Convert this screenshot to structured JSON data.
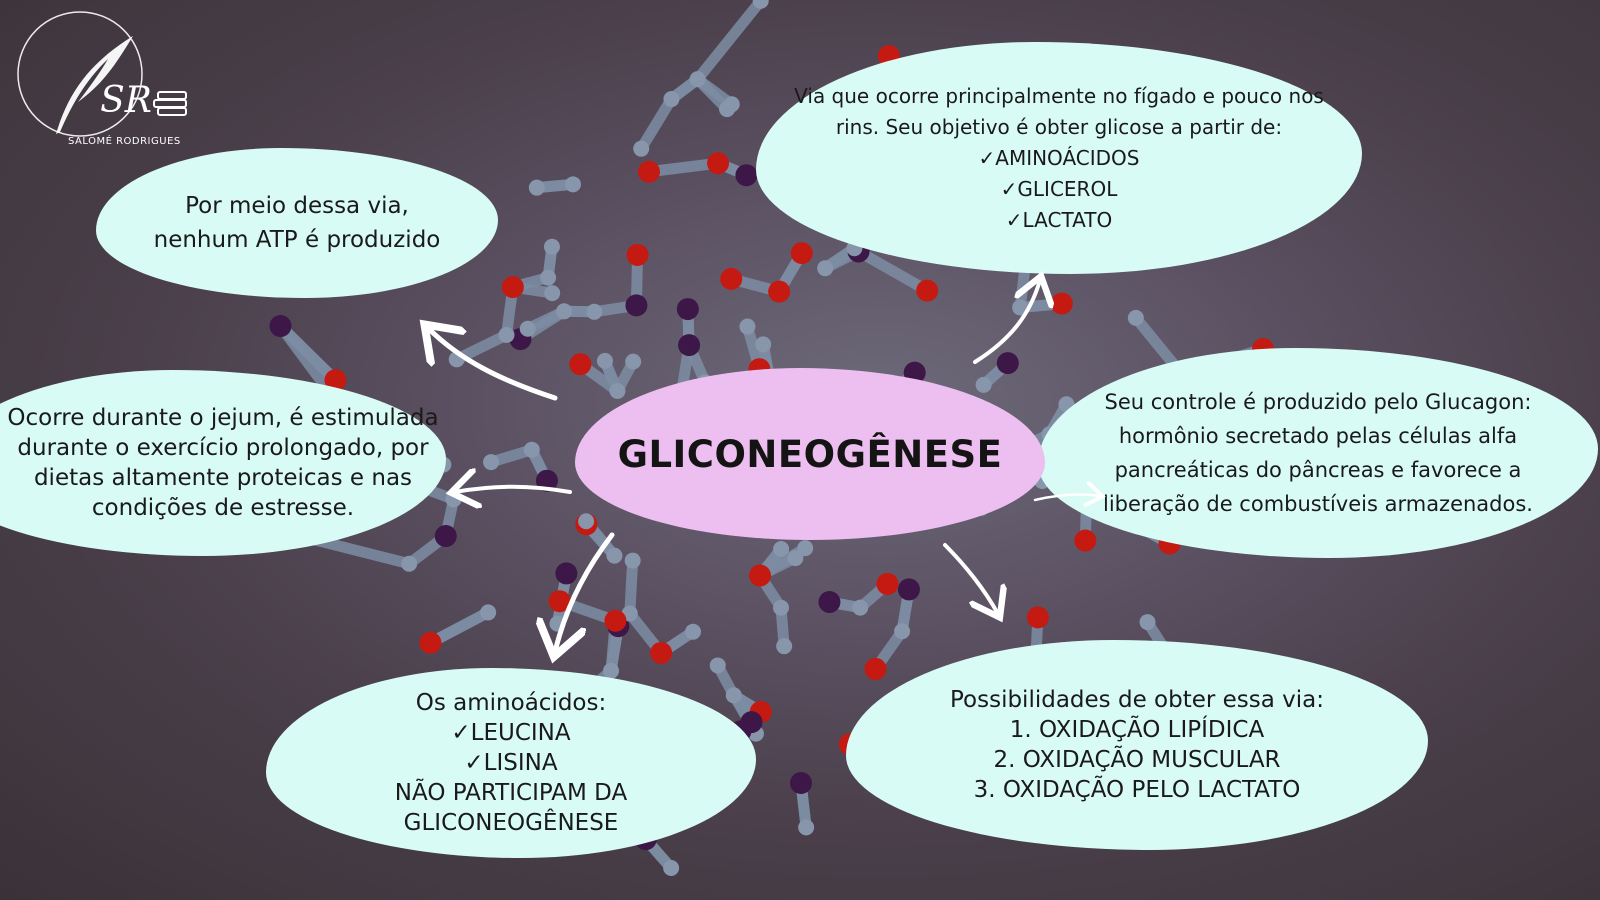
{
  "logo": {
    "monogram": "SR",
    "caption": "SALOMÉ RODRIGUES"
  },
  "center": {
    "title": "GLICONEOGÊNESE"
  },
  "bubbles": {
    "atp": {
      "lines": [
        "Por meio dessa via,",
        "nenhum ATP é produzido"
      ]
    },
    "location": {
      "lines": [
        "Via que ocorre principalmente no fígado e pouco nos",
        "rins. Seu objetivo é obter glicose a partir de:",
        "✓AMINOÁCIDOS",
        "✓GLICEROL",
        "✓LACTATO"
      ]
    },
    "occurrence": {
      "lines": [
        "Ocorre durante o jejum, é estimulada",
        "durante o exercício prolongado, por",
        "dietas altamente proteicas e nas",
        "condições de estresse."
      ]
    },
    "control": {
      "lines": [
        "Seu controle é produzido pelo Glucagon:",
        "hormônio secretado pelas células alfa",
        "pancreáticas do pâncreas e favorece a",
        "liberação de combustíveis armazenados."
      ]
    },
    "aminoacids": {
      "lines": [
        "Os aminoácidos:",
        "✓LEUCINA",
        "✓LISINA",
        "NÃO PARTICIPAM DA",
        "GLICONEOGÊNESE"
      ]
    },
    "possibilities": {
      "lines": [
        "Possibilidades de obter essa via:",
        "1. OXIDAÇÃO LIPÍDICA",
        "2. OXIDAÇÃO MUSCULAR",
        "3. OXIDAÇÃO PELO LACTATO"
      ]
    }
  },
  "colors": {
    "bubble": "#d9fbf6",
    "center": "#ecbff0",
    "arrow": "#ffffff",
    "atom_red": "#c41a12",
    "atom_purple": "#3c1747",
    "bond": "#7d8da3"
  }
}
